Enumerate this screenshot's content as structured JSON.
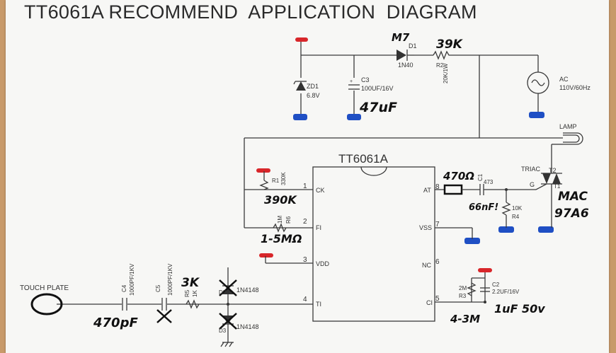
{
  "title": "TT6061A RECOMMEND  APPLICATION  DIAGRAM",
  "ic": {
    "name": "TT6061A",
    "pins": [
      {
        "num": "1",
        "label": "CK"
      },
      {
        "num": "2",
        "label": "FI"
      },
      {
        "num": "3",
        "label": "VDD"
      },
      {
        "num": "4",
        "label": "TI"
      },
      {
        "num": "8",
        "label": "AT"
      },
      {
        "num": "7",
        "label": "VSS"
      },
      {
        "num": "6",
        "label": "NC"
      },
      {
        "num": "5",
        "label": "CI"
      }
    ]
  },
  "components": {
    "zd1": {
      "ref": "ZD1",
      "value": "6.8V"
    },
    "c3": {
      "ref": "C3",
      "value": "100UF/16V"
    },
    "d1": {
      "ref": "D1",
      "value": "1N40"
    },
    "r2": {
      "ref": "R2",
      "value": "20K/1W"
    },
    "ac": {
      "ref": "AC",
      "value": "110V/60Hz"
    },
    "lamp": {
      "ref": "LAMP"
    },
    "r1": {
      "ref": "R1",
      "value": "330K"
    },
    "r6": {
      "ref": "R6",
      "value": "1M"
    },
    "c1": {
      "ref": "C1",
      "value": "473"
    },
    "r4": {
      "ref": "R4",
      "value": "10K"
    },
    "triac": {
      "ref": "TRIAC",
      "t1": "T1",
      "t2": "T2",
      "g": "G"
    },
    "c4": {
      "ref": "C4",
      "value": "1000PF/1KV"
    },
    "c5": {
      "ref": "C5",
      "value": "1000PF/1KV"
    },
    "r5": {
      "ref": "R5",
      "value": "1K"
    },
    "d2": {
      "ref": "D2",
      "value": "1N4148"
    },
    "d3": {
      "ref": "D3",
      "value": "1N4148"
    },
    "r3": {
      "ref": "R3",
      "value": "2M"
    },
    "c2": {
      "ref": "C2",
      "value": "2.2UF/16V"
    },
    "touch": {
      "label": "TOUCH PLATE"
    }
  },
  "handwritten": {
    "d1": "M7",
    "r2": "39K",
    "c3": "47uF",
    "r1": "390K",
    "r6": "1-5MΩ",
    "c1_top": "470Ω",
    "c1_bottom": "66nF!",
    "triac": [
      "MAC",
      "97A6"
    ],
    "r5": "3K",
    "c4": "470pF",
    "r3": "4-3M",
    "c2": "1uF 50v"
  },
  "colors": {
    "positive_marker": "#d8262a",
    "ground_marker": "#1f4fc4",
    "ink": "#333333"
  }
}
